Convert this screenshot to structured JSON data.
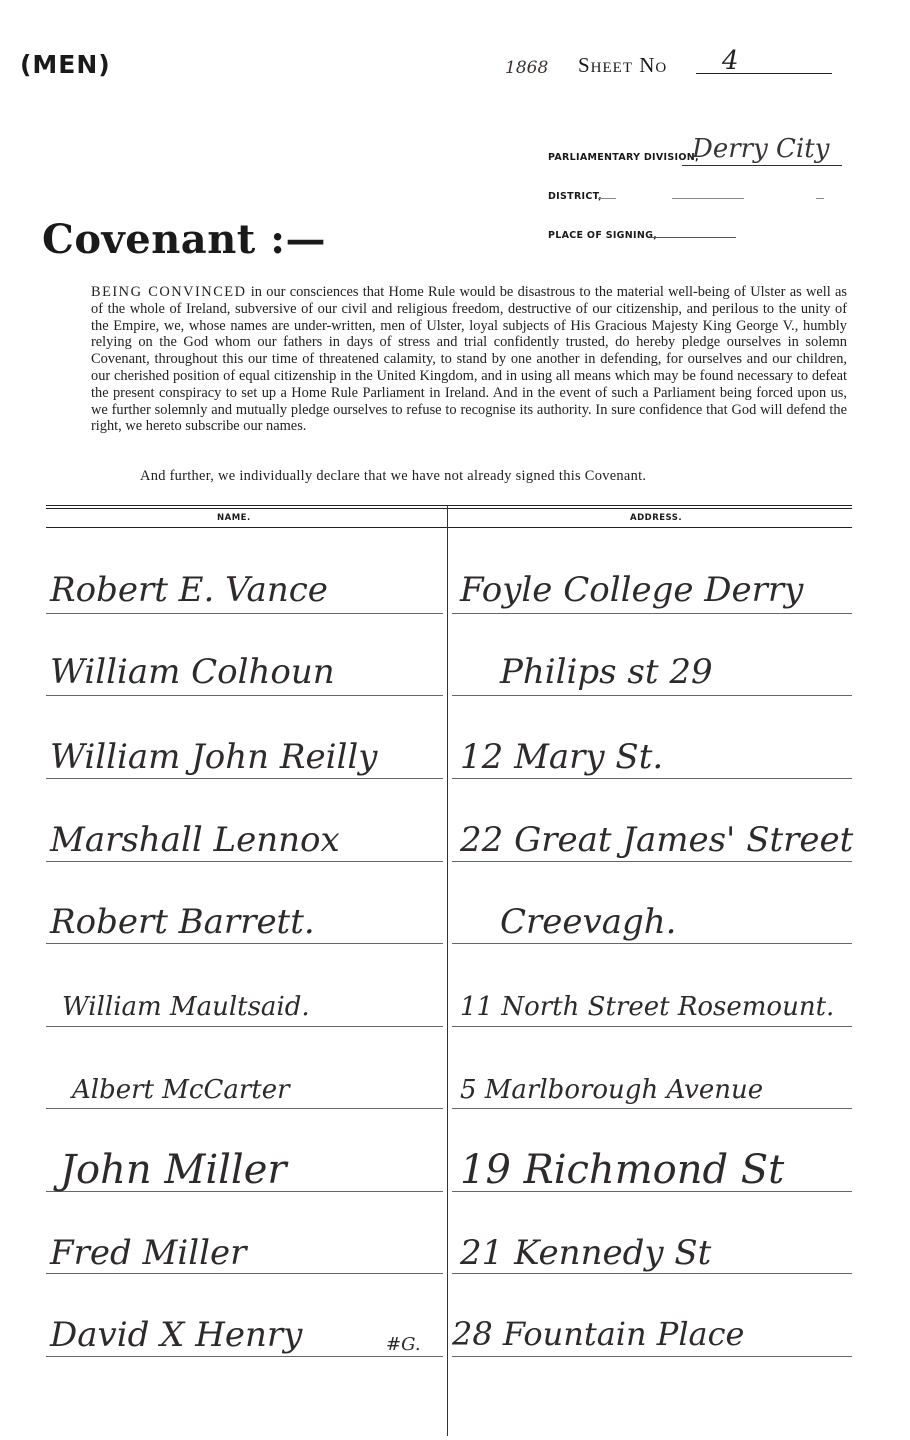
{
  "header": {
    "category": "(MEN)",
    "year": "1868",
    "sheet_label": "Sheet No",
    "sheet_number": "4"
  },
  "fields": {
    "parliamentary_division_label": "PARLIAMENTARY DIVISION,",
    "parliamentary_division_value": "Derry City",
    "district_label": "DISTRICT,",
    "place_of_signing_label": "PLACE OF SIGNING,"
  },
  "title": "Covenant :—",
  "covenant_text": {
    "lead": "BEING CONVINCED",
    "body": " in our consciences that Home Rule would be disastrous to the material well-being of Ulster as well as of the whole of Ireland, subversive of our civil and religious freedom, destructive of our citizenship, and perilous to the unity of the Empire, we, whose names are under-written, men of Ulster, loyal subjects of His Gracious Majesty King George V., humbly relying on the God whom our fathers in days of stress and trial confidently trusted, do hereby pledge ourselves in solemn Covenant, throughout this our time of threatened calamity, to stand by one another in defending, for ourselves and our children, our cherished position of equal citizenship in the United Kingdom, and in using all means which may be found necessary to defeat the present conspiracy to set up a Home Rule Parliament in Ireland. And in the event of such a Parliament being forced upon us, we further solemnly and mutually pledge ourselves to refuse to recognise its authority. In sure confidence that God will defend the right, we hereto subscribe our names.",
    "further": "And further, we individually declare that we have not already signed this Covenant."
  },
  "table": {
    "name_header": "NAME.",
    "address_header": "ADDRESS.",
    "rows": [
      {
        "name": "Robert E. Vance",
        "address": "Foyle College Derry"
      },
      {
        "name": "William Colhoun",
        "address": "Philips st 29"
      },
      {
        "name": "William John Reilly",
        "address": "12 Mary St."
      },
      {
        "name": "Marshall Lennox",
        "address": "22 Great James' Street"
      },
      {
        "name": "Robert Barrett.",
        "address": "Creevagh."
      },
      {
        "name": "William Maultsaid.",
        "address": "11 North Street Rosemount."
      },
      {
        "name": "Albert McCarter",
        "address": "5 Marlborough Avenue"
      },
      {
        "name": "John Miller",
        "address": "19 Richmond St"
      },
      {
        "name": "Fred Miller",
        "address": "21 Kennedy St"
      },
      {
        "name": "David X Henry",
        "mark_note": "#G.",
        "address": "28 Fountain Place"
      }
    ]
  }
}
